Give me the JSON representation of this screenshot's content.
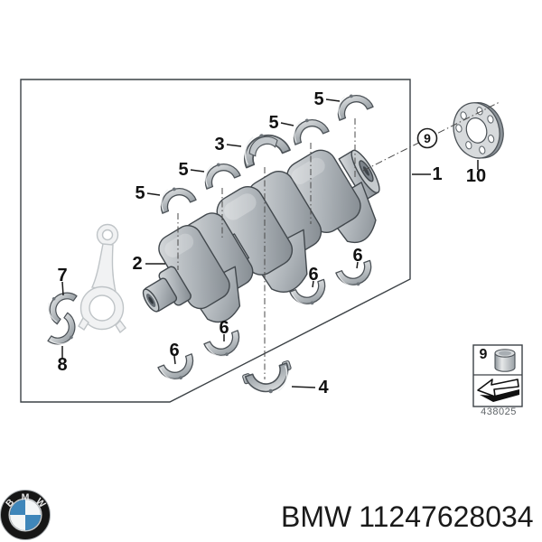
{
  "diagram": {
    "description": "exploded-parts-diagram-crankshaft-with-bearing-shells",
    "callouts": [
      {
        "ref": "1"
      },
      {
        "ref": "2"
      },
      {
        "ref": "3"
      },
      {
        "ref": "4"
      },
      {
        "ref": "5"
      },
      {
        "ref": "5"
      },
      {
        "ref": "5"
      },
      {
        "ref": "5"
      },
      {
        "ref": "6"
      },
      {
        "ref": "6"
      },
      {
        "ref": "6"
      },
      {
        "ref": "6"
      },
      {
        "ref": "7"
      },
      {
        "ref": "8"
      },
      {
        "ref": "9"
      },
      {
        "ref": "10"
      }
    ]
  },
  "legend": {
    "ref": "9",
    "code": "438025",
    "icons": [
      "bushing-icon",
      "installation-direction-arrow-icon"
    ]
  },
  "footer": {
    "brand": "BMW",
    "part_number": "11247628034",
    "logo": {
      "letters": [
        "B",
        "M",
        "W"
      ],
      "blue": "#3f86ba"
    }
  },
  "colors": {
    "outline": "#3c4246",
    "metal_light": "#d8dbdd",
    "metal_dark": "#81888e",
    "label": "#111111",
    "legend_code": "#5f6468"
  }
}
